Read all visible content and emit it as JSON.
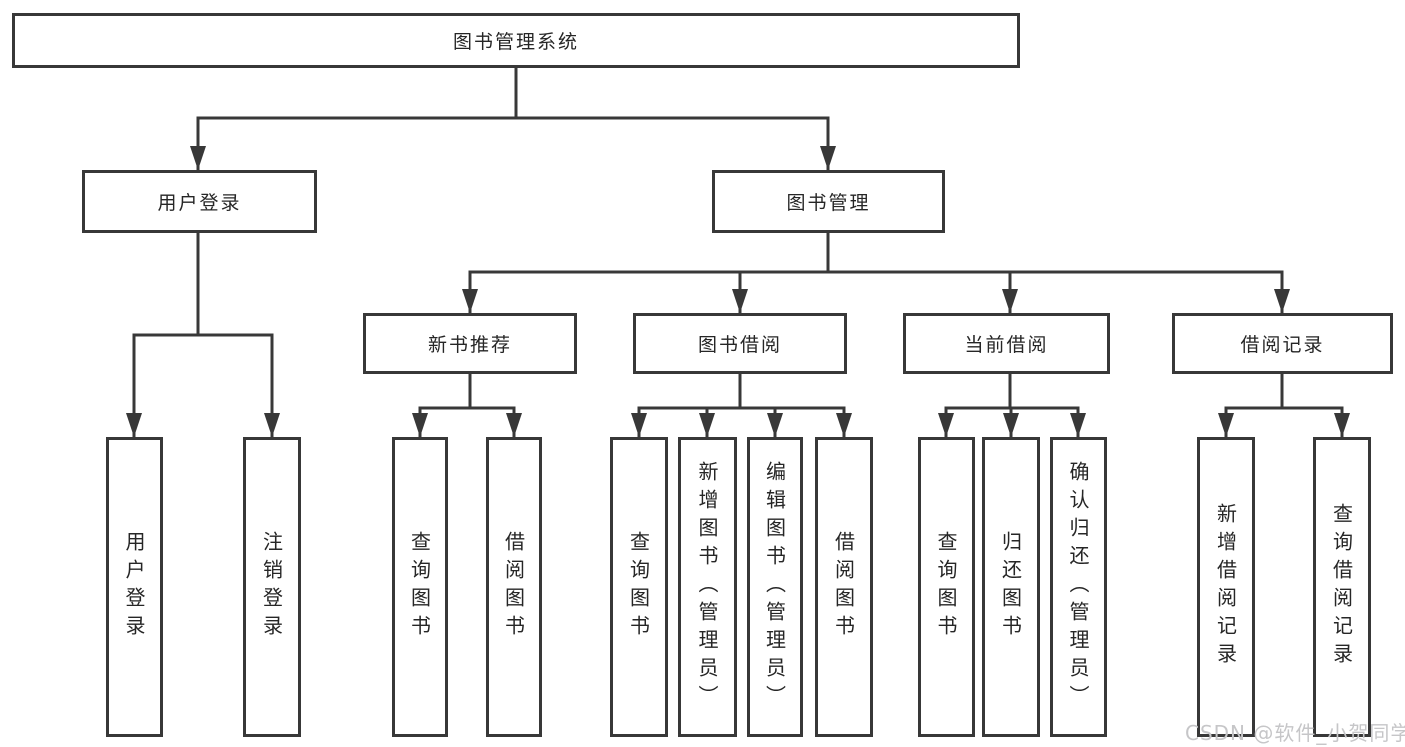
{
  "diagram_title": "图书管理系统",
  "nodes": {
    "root": "图书管理系统",
    "user_login_branch": "用户登录",
    "book_mgmt_branch": "图书管理",
    "new_book_rec": "新书推荐",
    "book_borrow": "图书借阅",
    "current_borrow": "当前借阅",
    "borrow_records": "借阅记录",
    "leaf_user_login": "用户登录",
    "leaf_logout": "注销登录",
    "leaf_nbr_query": "查询图书",
    "leaf_nbr_borrow": "借阅图书",
    "leaf_bb_query": "查询图书",
    "leaf_bb_add": "新增图书（管理员）",
    "leaf_bb_edit": "编辑图书（管理员）",
    "leaf_bb_borrow": "借阅图书",
    "leaf_cb_query": "查询图书",
    "leaf_cb_return": "归还图书",
    "leaf_cb_confirm": "确认归还（管理员）",
    "leaf_br_add": "新增借阅记录",
    "leaf_br_query": "查询借阅记录"
  },
  "hierarchy": {
    "图书管理系统": {
      "用户登录": [
        "用户登录",
        "注销登录"
      ],
      "图书管理": {
        "新书推荐": [
          "查询图书",
          "借阅图书"
        ],
        "图书借阅": [
          "查询图书",
          "新增图书（管理员）",
          "编辑图书（管理员）",
          "借阅图书"
        ],
        "当前借阅": [
          "查询图书",
          "归还图书",
          "确认归还（管理员）"
        ],
        "借阅记录": [
          "新增借阅记录",
          "查询借阅记录"
        ]
      }
    }
  },
  "watermark": {
    "text": "CSDN @软件_小贺同学"
  },
  "colors": {
    "background": "#ffffff",
    "line": "#383838",
    "box_border": "#383838",
    "text": "#262626",
    "watermark": "#c6c6c8"
  }
}
